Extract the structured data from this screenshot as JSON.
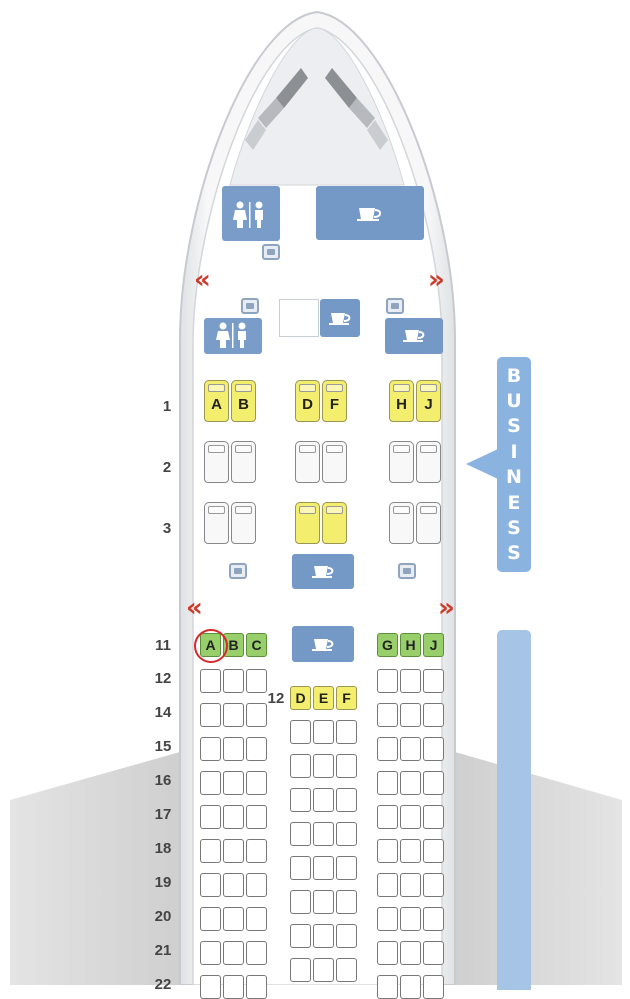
{
  "cabin": {
    "business_label": "BUSINESS",
    "business_letters": [
      "B",
      "U",
      "S",
      "I",
      "N",
      "E",
      "S",
      "S"
    ]
  },
  "business_rows": [
    {
      "row": "1",
      "seats": [
        {
          "letter": "A",
          "status": "available"
        },
        {
          "letter": "B",
          "status": "available"
        },
        {
          "letter": "D",
          "status": "available"
        },
        {
          "letter": "F",
          "status": "available"
        },
        {
          "letter": "H",
          "status": "available"
        },
        {
          "letter": "J",
          "status": "available"
        }
      ]
    },
    {
      "row": "2",
      "seats": [
        {
          "letter": "",
          "status": "standard"
        },
        {
          "letter": "",
          "status": "standard"
        },
        {
          "letter": "",
          "status": "standard"
        },
        {
          "letter": "",
          "status": "standard"
        },
        {
          "letter": "",
          "status": "standard"
        },
        {
          "letter": "",
          "status": "standard"
        }
      ]
    },
    {
      "row": "3",
      "seats": [
        {
          "letter": "",
          "status": "standard"
        },
        {
          "letter": "",
          "status": "standard"
        },
        {
          "letter": "",
          "status": "available"
        },
        {
          "letter": "",
          "status": "available"
        },
        {
          "letter": "",
          "status": "standard"
        },
        {
          "letter": "",
          "status": "standard"
        }
      ]
    }
  ],
  "economy_rows": [
    {
      "row": "11",
      "seats": [
        {
          "letter": "A",
          "status": "good"
        },
        {
          "letter": "B",
          "status": "good"
        },
        {
          "letter": "C",
          "status": "good"
        },
        {
          "letter": "G",
          "status": "good"
        },
        {
          "letter": "H",
          "status": "good"
        },
        {
          "letter": "J",
          "status": "good"
        }
      ],
      "selected": "A"
    },
    {
      "row": "12",
      "seats": [
        {
          "letter": "",
          "status": "standard"
        },
        {
          "letter": "",
          "status": "standard"
        },
        {
          "letter": "",
          "status": "standard"
        },
        {
          "letter": "",
          "status": "standard"
        },
        {
          "letter": "",
          "status": "standard"
        },
        {
          "letter": "",
          "status": "standard"
        }
      ],
      "center_row_label": "12",
      "center_seats": [
        {
          "letter": "D",
          "status": "available"
        },
        {
          "letter": "E",
          "status": "available"
        },
        {
          "letter": "F",
          "status": "available"
        }
      ]
    },
    {
      "row": "14"
    },
    {
      "row": "15"
    },
    {
      "row": "16"
    },
    {
      "row": "17"
    },
    {
      "row": "18"
    },
    {
      "row": "19"
    },
    {
      "row": "20"
    },
    {
      "row": "21"
    },
    {
      "row": "22"
    }
  ],
  "colors": {
    "available": "#f4ee6e",
    "good": "#99cf6b",
    "standard": "#ffffff",
    "exit_arrows": "#cc3b2a",
    "business_banner": "#8ab3e0",
    "galley": "#7599c7",
    "selection_ring": "#d42a2a"
  },
  "icons": {
    "exit": "double-chevron",
    "lavatory": "restroom-icon",
    "galley": "coffee-cup-icon",
    "closet": "bin-icon"
  }
}
